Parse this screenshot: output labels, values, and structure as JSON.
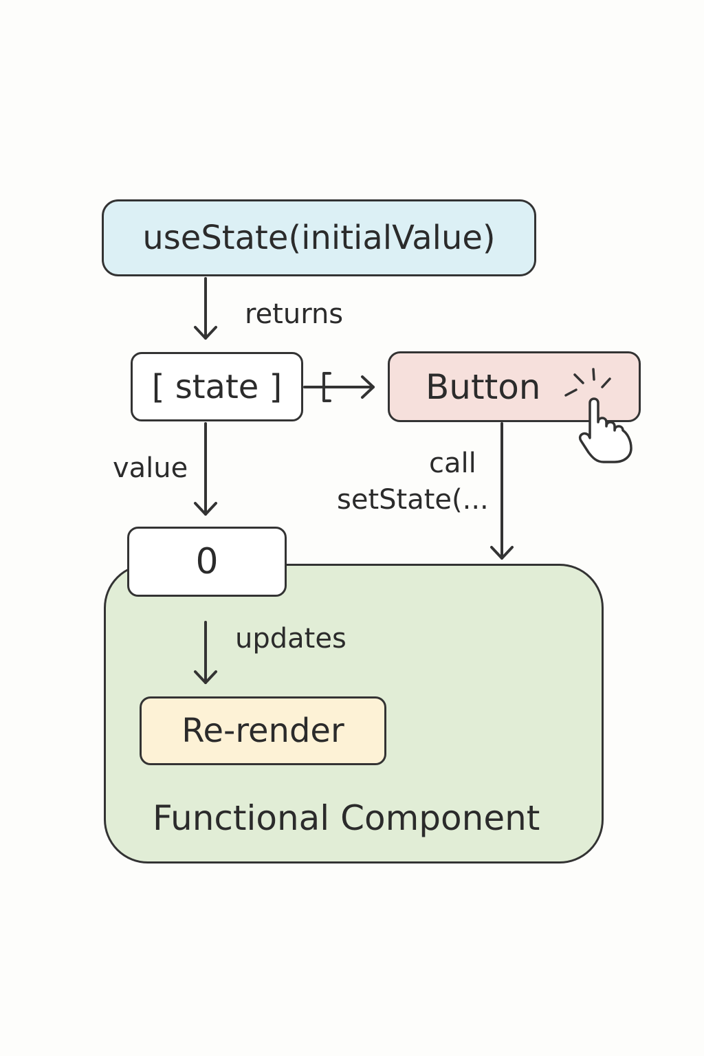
{
  "nodes": {
    "use_state": "useState(initialValue)",
    "state": "[ state ]",
    "button": "Button",
    "zero": "0",
    "rerender": "Re-render",
    "component": "Functional Component"
  },
  "edges": {
    "returns": "returns",
    "value": "value",
    "call": "call",
    "set_state": "setState(...",
    "updates": "updates"
  },
  "colors": {
    "use_state_fill": "#dcf0f5",
    "button_fill": "#f6e0dc",
    "component_fill": "#e1edd6",
    "rerender_fill": "#fdf2d6",
    "stroke": "#333333"
  },
  "icons": {
    "pointer": "hand-pointer-click-icon"
  }
}
